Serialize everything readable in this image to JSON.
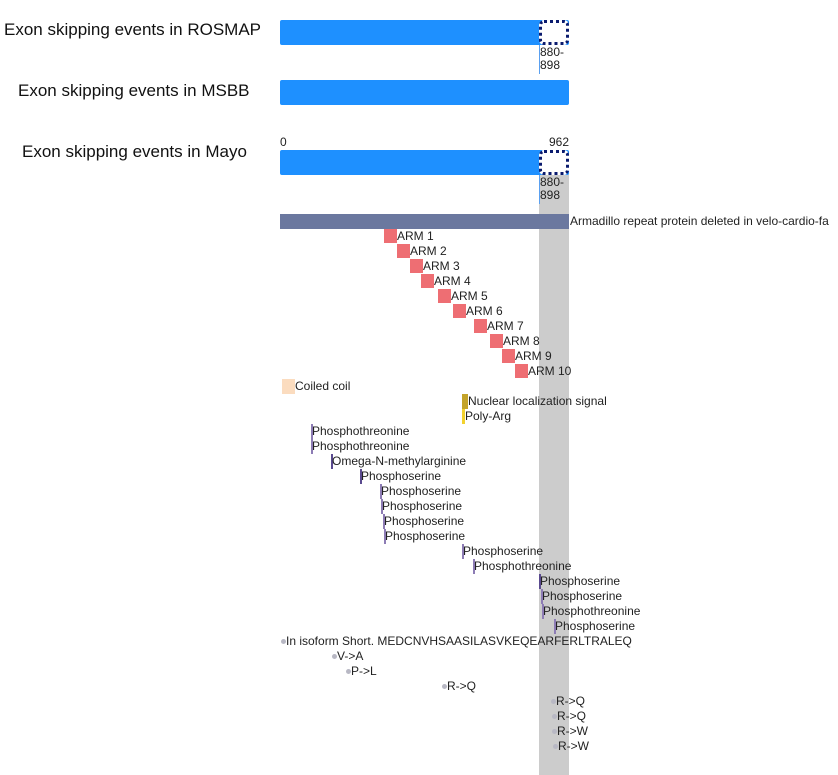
{
  "tracks": [
    {
      "title": "Exon skipping events in ROSMAP",
      "exon_label": "880-\n898"
    },
    {
      "title": "Exon skipping events in MSBB"
    },
    {
      "title": "Exon skipping events in Mayo",
      "exon_label": "880-\n898"
    }
  ],
  "axis": {
    "start": "0",
    "end": "962"
  },
  "colors": {
    "bar": "#1e90ff",
    "exon_border": "#0a1a6e",
    "highlight": "#cccccc",
    "protein": "#6b789f",
    "arm": "#ee6e73",
    "coil": "#fbdcbf",
    "nls": "#c4a42a",
    "polyarg": "#f2d22e",
    "ptm": "#8d7cb5",
    "variant": "#c0c0cc"
  },
  "protein": {
    "label": "Armadillo repeat protein deleted in velo-cardio-fa"
  },
  "repeats": [
    "ARM 1",
    "ARM 2",
    "ARM 3",
    "ARM 4",
    "ARM 5",
    "ARM 6",
    "ARM 7",
    "ARM 8",
    "ARM 9",
    "ARM 10"
  ],
  "regions": [
    "Coiled coil",
    "Nuclear localization signal",
    "Poly-Arg"
  ],
  "ptms": [
    "Phosphothreonine",
    "Phosphothreonine",
    "Omega-N-methylarginine",
    "Phosphoserine",
    "Phosphoserine",
    "Phosphoserine",
    "Phosphoserine",
    "Phosphoserine",
    "Phosphoserine",
    "Phosphothreonine",
    "Phosphoserine",
    "Phosphoserine",
    "Phosphothreonine",
    "Phosphoserine"
  ],
  "variants": [
    "In isoform Short. MEDCNVHSAASILASVKEQEARFERLTRALEQ",
    "V->A",
    "P->L",
    "R->Q",
    "R->Q",
    "R->Q",
    "R->W",
    "R->W"
  ]
}
